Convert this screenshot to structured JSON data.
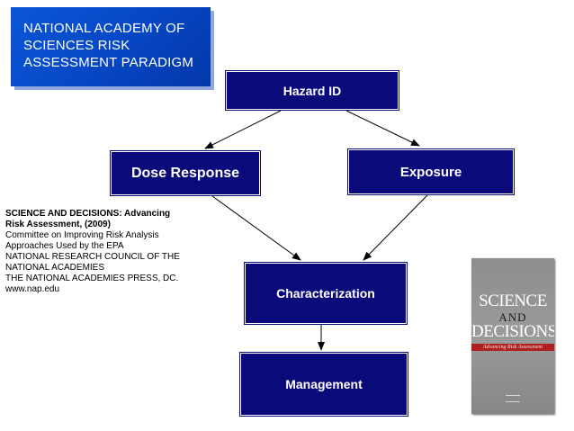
{
  "title": {
    "line1": "NATIONAL ACADEMY OF",
    "line2": "SCIENCES RISK",
    "line3": "ASSESSMENT PARADIGM"
  },
  "nodes": {
    "hazard": "Hazard ID",
    "dose": "Dose Response",
    "exposure": "Exposure",
    "characterization": "Characterization",
    "management": "Management"
  },
  "references": {
    "bold_line1": "SCIENCE AND DECISIONS:  Advancing",
    "bold_line2": "Risk Assessment, (2009)",
    "line3": "Committee on Improving Risk Analysis",
    "line4": "Approaches Used by the EPA",
    "line5": "NATIONAL RESEARCH COUNCIL OF THE",
    "line6": "NATIONAL ACADEMIES",
    "line7": "THE NATIONAL ACADEMIES PRESS, DC.",
    "line8": "www.nap.edu"
  },
  "book": {
    "word1": "SCIENCE",
    "word2": "AND",
    "word3": "DECISIONS",
    "subtitle": "Advancing Risk Assessment"
  },
  "colors": {
    "node_fill": "#0a0a7a",
    "title_fill": "#0646c4",
    "book_band": "#b02020"
  }
}
